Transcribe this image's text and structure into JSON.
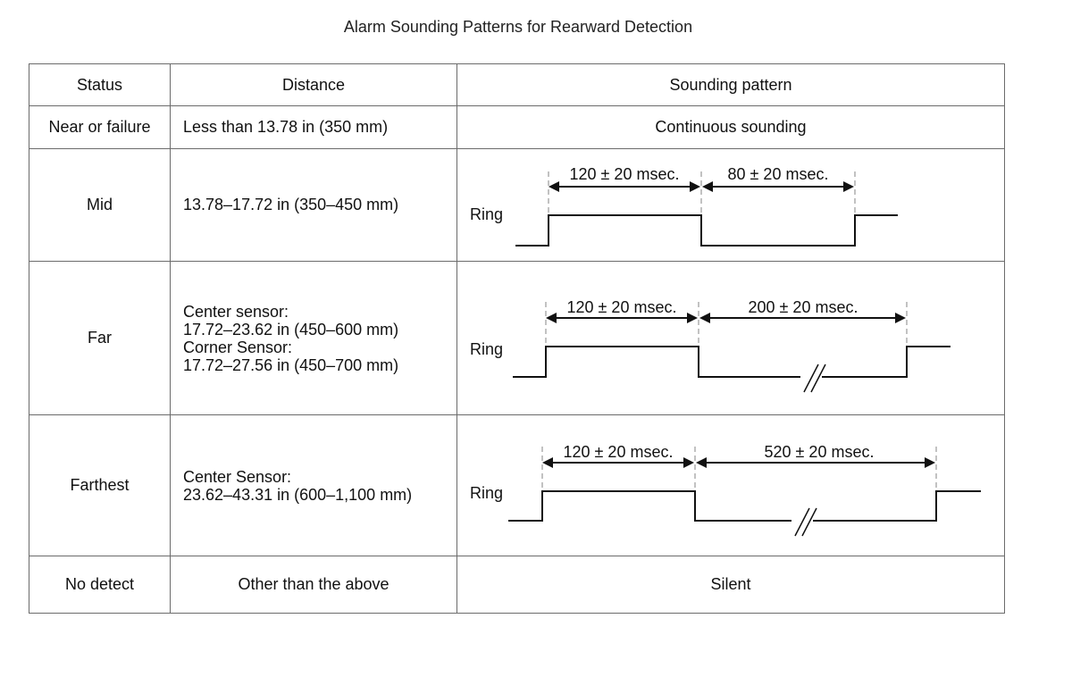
{
  "title": "Alarm Sounding Patterns for Rearward Detection",
  "headers": {
    "status": "Status",
    "distance": "Distance",
    "pattern": "Sounding pattern"
  },
  "rows": [
    {
      "status": "Near or failure",
      "distance": "Less than 13.78 in (350 mm)",
      "pattern": "Continuous sounding"
    },
    {
      "status": "Mid",
      "distance": "13.78–17.72 in (350–450 mm)",
      "ring": "Ring",
      "on": "120 ± 20 msec.",
      "off": "80 ± 20 msec."
    },
    {
      "status": "Far",
      "distance_lines": [
        "Center sensor:",
        "17.72–23.62 in (450–600 mm)",
        "Corner Sensor:",
        "17.72–27.56 in (450–700 mm)"
      ],
      "ring": "Ring",
      "on": "120 ± 20 msec.",
      "off": "200 ± 20 msec."
    },
    {
      "status": "Farthest",
      "distance_lines": [
        "Center Sensor:",
        "23.62–43.31 in (600–1,100 mm)"
      ],
      "ring": "Ring",
      "on": "120 ± 20 msec.",
      "off": "520 ± 20 msec."
    },
    {
      "status": "No detect",
      "distance": "Other than the above",
      "pattern": "Silent"
    }
  ]
}
